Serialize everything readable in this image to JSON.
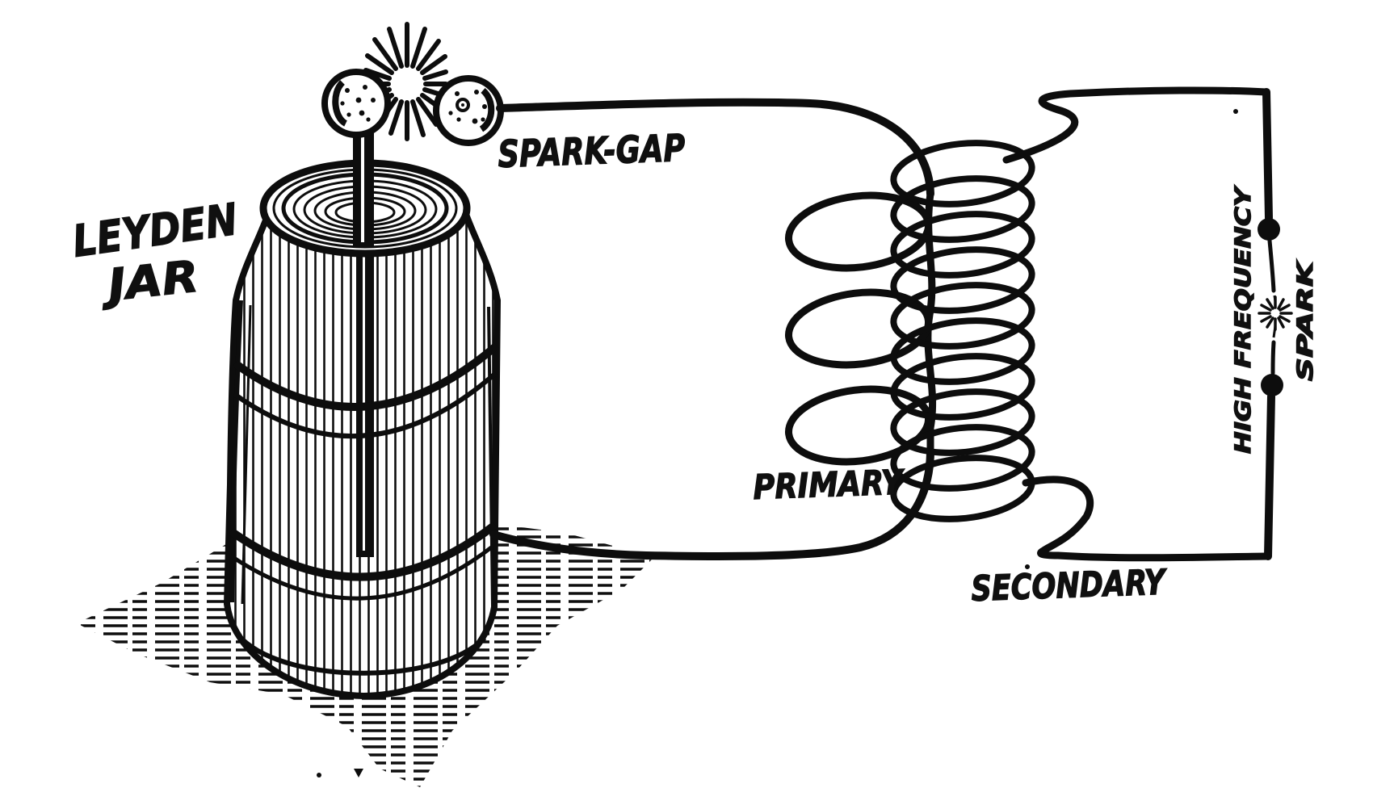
{
  "colors": {
    "ink": "#0d0d0d",
    "background": "#ffffff"
  },
  "labels": {
    "leyden_jar": {
      "line1": "LEYDEN",
      "line2": "JAR"
    },
    "spark_gap": "SPARK-GAP",
    "primary": "PRIMARY",
    "secondary": "SECONDARY",
    "high_frequency": "HIGH FREQUENCY",
    "spark": "SPARK"
  },
  "components": [
    "leyden-jar",
    "spark-gap",
    "primary-coil",
    "secondary-coil",
    "high-frequency-spark-gap"
  ]
}
